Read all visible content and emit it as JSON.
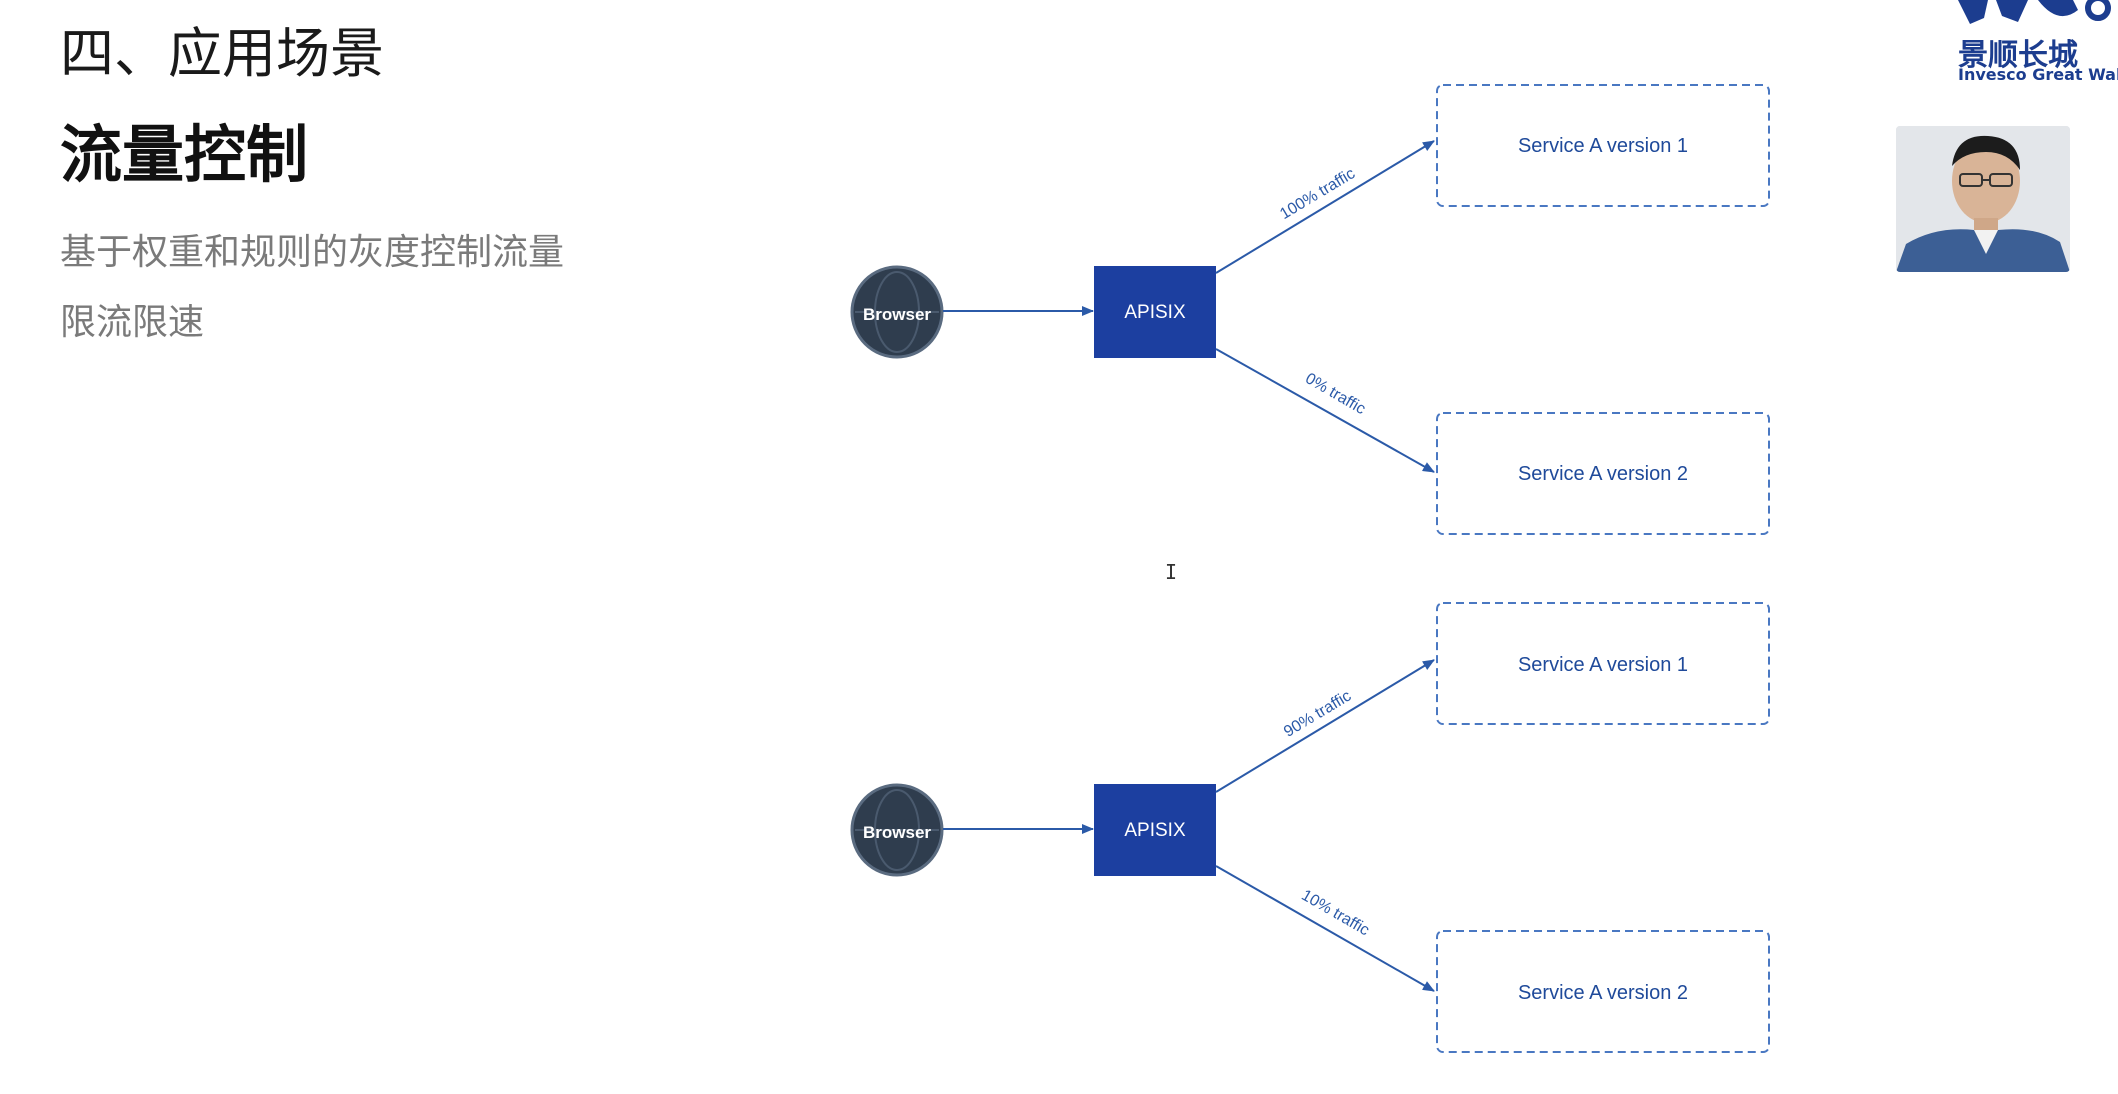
{
  "slide": {
    "section_title": "四、应用场景",
    "title": "流量控制",
    "bullets": [
      "基于权重和规则的灰度控制流量",
      "限流限速"
    ]
  },
  "logo": {
    "cn": "景顺长城",
    "en": "Invesco Great Wall"
  },
  "diagrams": [
    {
      "client_label": "Browser",
      "gateway_label": "APISIX",
      "upper_edge_label": "100% traffic",
      "lower_edge_label": "0% traffic",
      "upper_target": "Service A version 1",
      "lower_target": "Service A version 2"
    },
    {
      "client_label": "Browser",
      "gateway_label": "APISIX",
      "upper_edge_label": "90% traffic",
      "lower_edge_label": "10% traffic",
      "upper_target": "Service A version 1",
      "lower_target": "Service A version 2"
    }
  ],
  "colors": {
    "gateway_fill": "#1c3fa0",
    "edge_stroke": "#2b5aa8",
    "target_border": "#4a78c2",
    "target_text": "#1f4a9a",
    "client_fill": "#2f3d4e"
  },
  "icons": {
    "client": "globe-icon",
    "cursor": "text-cursor-icon",
    "presenter": "webcam-presenter"
  }
}
